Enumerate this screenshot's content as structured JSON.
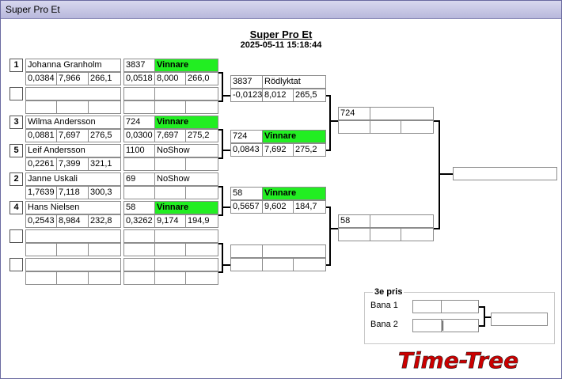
{
  "window": {
    "title": "Super Pro Et"
  },
  "header": {
    "title": "Super Pro Et",
    "datetime": "2025-05-11 15:18:44"
  },
  "round1": [
    {
      "seed": "1",
      "name": "Johanna Granholm",
      "rt": "0,0384",
      "et": "7,966",
      "speed": "266,1",
      "id": "3837",
      "result": "Vinnare",
      "win": true,
      "rt2": "0,0518",
      "et2": "8,000",
      "speed2": "266,0"
    },
    {
      "seed": "",
      "name": "",
      "rt": "",
      "et": "",
      "speed": "",
      "id": "",
      "result": "",
      "win": false,
      "rt2": "",
      "et2": "",
      "speed2": ""
    },
    {
      "seed": "3",
      "name": "Wilma Andersson",
      "rt": "0,0881",
      "et": "7,697",
      "speed": "276,5",
      "id": "724",
      "result": "Vinnare",
      "win": true,
      "rt2": "0,0300",
      "et2": "7,697",
      "speed2": "275,2"
    },
    {
      "seed": "5",
      "name": "Leif Andersson",
      "rt": "0,2261",
      "et": "7,399",
      "speed": "321,1",
      "id": "1100",
      "result": "NoShow",
      "win": false,
      "rt2": "",
      "et2": "",
      "speed2": ""
    },
    {
      "seed": "2",
      "name": "Janne Uskali",
      "rt": "1,7639",
      "et": "7,118",
      "speed": "300,3",
      "id": "69",
      "result": "NoShow",
      "win": false,
      "rt2": "",
      "et2": "",
      "speed2": ""
    },
    {
      "seed": "4",
      "name": "Hans Nielsen",
      "rt": "0,2543",
      "et": "8,984",
      "speed": "232,8",
      "id": "58",
      "result": "Vinnare",
      "win": true,
      "rt2": "0,3262",
      "et2": "9,174",
      "speed2": "194,9"
    },
    {
      "seed": "",
      "name": "",
      "rt": "",
      "et": "",
      "speed": "",
      "id": "",
      "result": "",
      "win": false,
      "rt2": "",
      "et2": "",
      "speed2": ""
    },
    {
      "seed": "",
      "name": "",
      "rt": "",
      "et": "",
      "speed": "",
      "id": "",
      "result": "",
      "win": false,
      "rt2": "",
      "et2": "",
      "speed2": ""
    }
  ],
  "round2": [
    {
      "id": "3837",
      "result": "Rödlyktat",
      "win": false,
      "rt": "-0,0123",
      "et": "8,012",
      "speed": "265,5"
    },
    {
      "id": "724",
      "result": "Vinnare",
      "win": true,
      "rt": "0,0843",
      "et": "7,692",
      "speed": "275,2"
    },
    {
      "id": "58",
      "result": "Vinnare",
      "win": true,
      "rt": "0,5657",
      "et": "9,602",
      "speed": "184,7"
    },
    {
      "id": "",
      "result": "",
      "win": false,
      "rt": "",
      "et": "",
      "speed": ""
    }
  ],
  "semis": [
    {
      "id": "724",
      "result": "",
      "rt": "",
      "et": "",
      "speed": ""
    },
    {
      "id": "58",
      "result": "",
      "rt": "",
      "et": "",
      "speed": ""
    }
  ],
  "final": {
    "value": ""
  },
  "third_prize": {
    "title": "3e pris",
    "lane1_label": "Bana 1",
    "lane2_label": "Bana 2"
  },
  "logo": {
    "text": "Time-Tree",
    "color": "#cc0000"
  }
}
